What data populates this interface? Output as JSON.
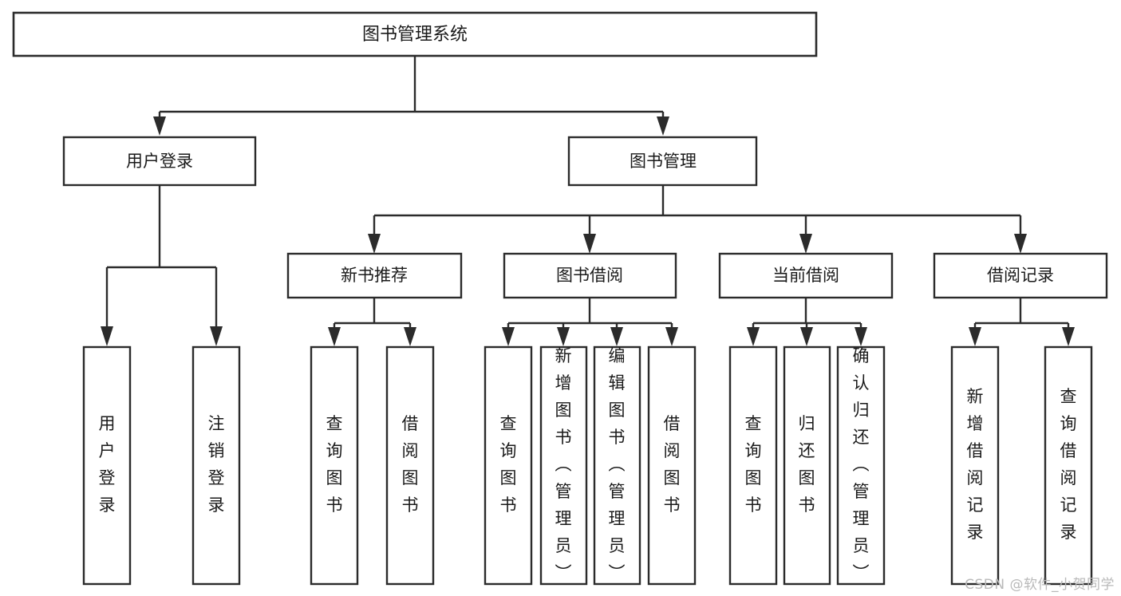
{
  "diagram": {
    "type": "tree",
    "title": "图书管理系统",
    "watermark": "CSDN @软件_小贺同学",
    "root": {
      "id": "root",
      "label": "图书管理系统",
      "orientation": "horizontal"
    },
    "level2": [
      {
        "id": "user-login-group",
        "label": "用户登录",
        "orientation": "horizontal"
      },
      {
        "id": "book-management-group",
        "label": "图书管理",
        "orientation": "horizontal"
      }
    ],
    "level3": [
      {
        "id": "new-book-recommend",
        "label": "新书推荐",
        "orientation": "horizontal",
        "parent": "book-management-group"
      },
      {
        "id": "book-borrow",
        "label": "图书借阅",
        "orientation": "horizontal",
        "parent": "book-management-group"
      },
      {
        "id": "current-borrow",
        "label": "当前借阅",
        "orientation": "horizontal",
        "parent": "book-management-group"
      },
      {
        "id": "borrow-records",
        "label": "借阅记录",
        "orientation": "horizontal",
        "parent": "book-management-group"
      }
    ],
    "leaves": [
      {
        "id": "leaf-user-login",
        "label": "用户登录",
        "orientation": "vertical",
        "parent": "user-login-group"
      },
      {
        "id": "leaf-logout",
        "label": "注销登录",
        "orientation": "vertical",
        "parent": "user-login-group"
      },
      {
        "id": "leaf-query-books-1",
        "label": "查询图书",
        "orientation": "vertical",
        "parent": "new-book-recommend"
      },
      {
        "id": "leaf-borrow-books-1",
        "label": "借阅图书",
        "orientation": "vertical",
        "parent": "new-book-recommend"
      },
      {
        "id": "leaf-query-books-2",
        "label": "查询图书",
        "orientation": "vertical",
        "parent": "book-borrow"
      },
      {
        "id": "leaf-add-book",
        "label": "新增图书（管理员）",
        "orientation": "vertical",
        "parent": "book-borrow"
      },
      {
        "id": "leaf-edit-book",
        "label": "编辑图书（管理员）",
        "orientation": "vertical",
        "parent": "book-borrow"
      },
      {
        "id": "leaf-borrow-books-2",
        "label": "借阅图书",
        "orientation": "vertical",
        "parent": "book-borrow"
      },
      {
        "id": "leaf-query-books-3",
        "label": "查询图书",
        "orientation": "vertical",
        "parent": "current-borrow"
      },
      {
        "id": "leaf-return-book",
        "label": "归还图书",
        "orientation": "vertical",
        "parent": "current-borrow"
      },
      {
        "id": "leaf-confirm-return",
        "label": "确认归还（管理员）",
        "orientation": "vertical",
        "parent": "current-borrow"
      },
      {
        "id": "leaf-add-record",
        "label": "新增借阅记录",
        "orientation": "vertical",
        "parent": "borrow-records"
      },
      {
        "id": "leaf-query-record",
        "label": "查询借阅记录",
        "orientation": "vertical",
        "parent": "borrow-records"
      }
    ],
    "colors": {
      "stroke": "#2b2b2b",
      "fill": "#ffffff",
      "text": "#1a1a1a",
      "watermark": "#b9b9b9"
    }
  }
}
